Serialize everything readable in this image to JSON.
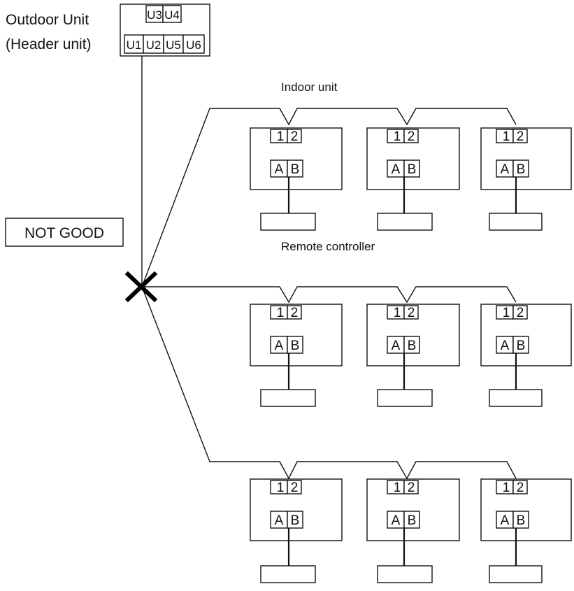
{
  "labels": {
    "outdoor_line1": "Outdoor Unit",
    "outdoor_line2": "(Header unit)",
    "indoor": "Indoor unit",
    "remote": "Remote controller",
    "warning": "NOT GOOD"
  },
  "outdoor_terminals": {
    "top": [
      "U3",
      "U4"
    ],
    "bottom": [
      "U1",
      "U2",
      "U5",
      "U6"
    ]
  },
  "indoor_terminals": {
    "bus": [
      "1",
      "2"
    ],
    "remote": [
      "A",
      "B"
    ]
  },
  "colors": {
    "line": "#111111",
    "background": "#ffffff"
  }
}
